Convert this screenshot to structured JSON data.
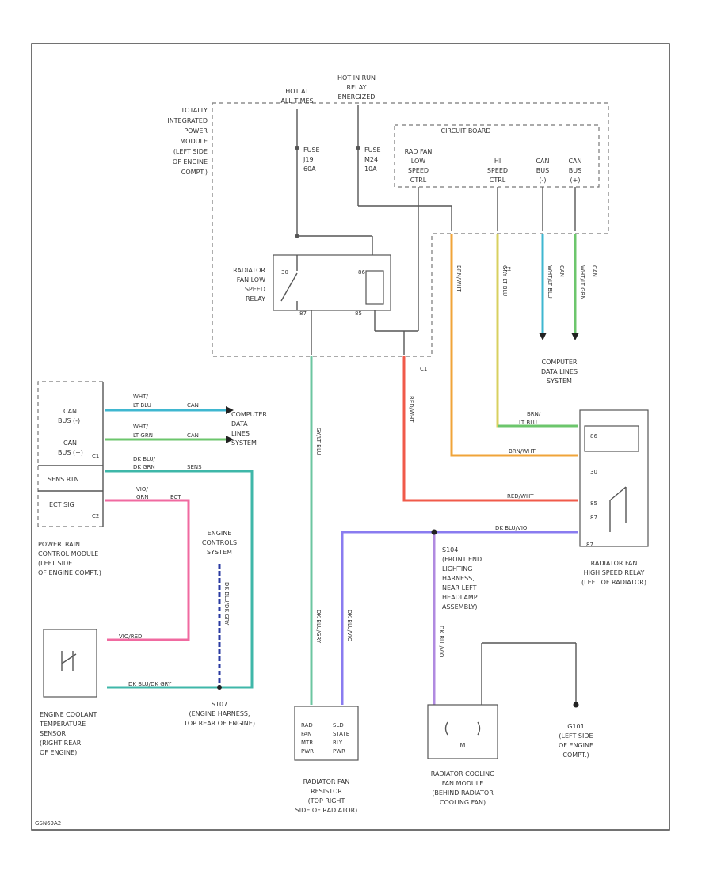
{
  "diagram": {
    "frame_tag": "GSN69A2",
    "tipm": {
      "label": [
        "TOTALLY",
        "INTEGRATED",
        "POWER",
        "MODULE",
        "(LEFT SIDE",
        "OF ENGINE",
        "COMPT.)"
      ],
      "hot_at_all_times": [
        "HOT AT",
        "ALL TIMES"
      ],
      "hot_in_run": [
        "HOT IN RUN",
        "RELAY",
        "ENERGIZED"
      ],
      "fuse_j19": [
        "FUSE",
        "J19",
        "60A"
      ],
      "fuse_m24": [
        "FUSE",
        "M24",
        "10A"
      ],
      "circuit_board": "CIRCUIT BOARD",
      "rad_fan_low_speed": [
        "RAD FAN",
        "LOW",
        "SPEED",
        "CTRL"
      ],
      "hi_speed_ctrl": [
        "HI",
        "SPEED",
        "CTRL"
      ],
      "can_bus_1": [
        "CAN",
        "BUS",
        "(-)"
      ],
      "can_bus_2": [
        "CAN",
        "BUS",
        "(+)"
      ],
      "relay_label": [
        "RADIATOR",
        "FAN LOW",
        "SPEED",
        "RELAY"
      ],
      "pin_30": "30",
      "pin_86": "86",
      "pin_87": "87",
      "pin_85": "85",
      "conn_c1": "C1",
      "conn_c2": "C2"
    },
    "wires": {
      "gy_lb_v": "GY/LT BLU",
      "wt_lb_v": "WHT/LT BLU",
      "wt_gr_v": "WHT/LT GRN",
      "can_1": "CAN",
      "can_2": "CAN",
      "dkbl_gy": "DK BLU/DK GRY",
      "red_wt": "RED/WHT",
      "brn_wt": "BRN/WHT",
      "gry_lb": "GRY LT BLU",
      "brn_wt_h": "BRN/WHT",
      "red_wt_h": "RED/WHT",
      "dkbl_vt_h": "DK BLU/VIO",
      "dkbl_vt_v": "DK BLU/VIO",
      "dkbl_gy_v": "DK BLU/GRY",
      "dkbl_vt_v2": "DK BLU/VIO",
      "brn_wt_ect": "VIO/RED",
      "dkbl_gy_ect": "DK BLU/DK GRY",
      "dkbl_gy_sens": "DK BLU/DK GRY"
    },
    "computer_data_lines": [
      "COMPUTER",
      "DATA LINES",
      "SYSTEM"
    ],
    "pcm": {
      "label": [
        "POWERTRAIN",
        "CONTROL MODULE",
        "(LEFT SIDE",
        "OF ENGINE COMPT.)"
      ],
      "pin_can1": [
        "CAN",
        "BUS (-)"
      ],
      "pin_can2": [
        "CAN",
        "BUS (+)"
      ],
      "sens_rtn": "SENS RTN",
      "ect_sig": "ECT SIG",
      "c1": "C1",
      "c2": "C2",
      "w1": [
        "WHT/",
        "LT BLU",
        "CAN"
      ],
      "w2": [
        "WHT/",
        "LT GRN",
        "CAN"
      ],
      "w3": [
        "DK BLU/",
        "DK GRN",
        "SENS"
      ],
      "w4": [
        "VIO/",
        "GRN",
        "ECT"
      ]
    },
    "pcm_computer": [
      "COMPUTER",
      "DATA",
      "LINES",
      "SYSTEM"
    ],
    "engine_controls": [
      "ENGINE",
      "CONTROLS",
      "SYSTEM"
    ],
    "ect_sensor": [
      "ENGINE COOLANT",
      "TEMPERATURE",
      "SENSOR",
      "(RIGHT REAR",
      "OF ENGINE)"
    ],
    "s107": [
      "S107",
      "(ENGINE HARNESS,",
      "TOP REAR OF ENGINE)"
    ],
    "resistor": {
      "inside": [
        "RAD",
        "FAN",
        "MTR",
        "PWR",
        "SLD",
        "STATE",
        "RLY",
        "PWR"
      ],
      "label": [
        "RADIATOR FAN",
        "RESISTOR",
        "(TOP RIGHT",
        "SIDE OF RADIATOR)"
      ]
    },
    "s104": [
      "S104",
      "(FRONT END",
      "LIGHTING",
      "HARNESS,",
      "NEAR LEFT",
      "HEADLAMP",
      "ASSEMBLY)"
    ],
    "cooling_fan": {
      "motor": "M",
      "label": [
        "RADIATOR COOLING",
        "FAN MODULE",
        "(BEHIND RADIATOR",
        "COOLING FAN)"
      ]
    },
    "g101": [
      "G101",
      "(LEFT SIDE",
      "OF ENGINE",
      "COMPT.)"
    ],
    "hi_relay": {
      "pins": [
        "86",
        "30",
        "85",
        "87",
        "87"
      ],
      "label": [
        "RADIATOR FAN",
        "HIGH SPEED RELAY",
        "(LEFT OF RADIATOR)"
      ],
      "pin_brn": "BRN/",
      "pin_lb": "LT BLU"
    },
    "colors": {
      "teal": "#3fb7a9",
      "green": "#6cc66c",
      "orange": "#f0a43a",
      "red": "#f05a4a",
      "yellow": "#e8d060",
      "violet": "#8a7cf0",
      "pink": "#f06aa0",
      "darkblue": "#2a3aa0",
      "gray": "#555555"
    }
  }
}
